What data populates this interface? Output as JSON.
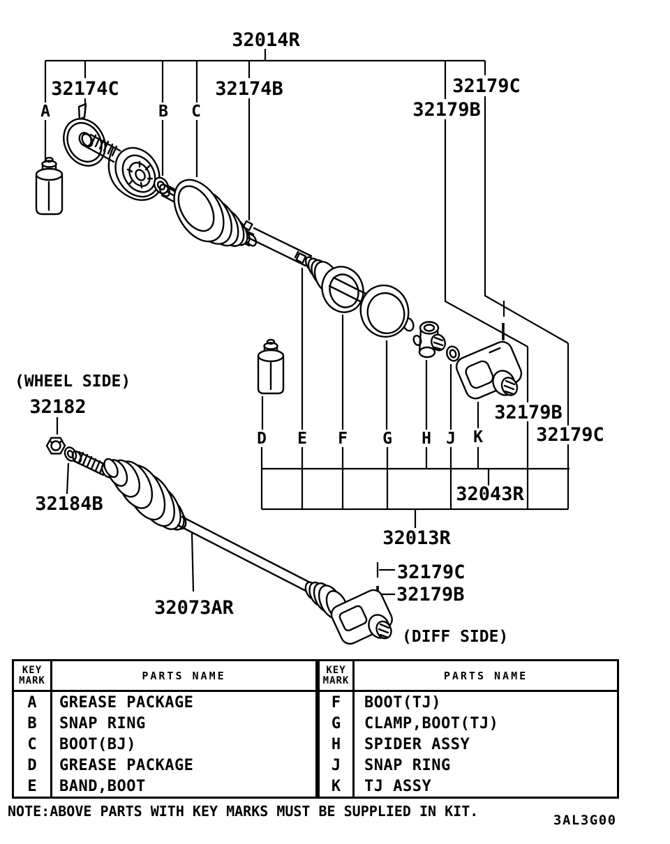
{
  "figure": {
    "callouts": {
      "c32014r": "32014R",
      "c32174c": "32174C",
      "c32174b": "32174B",
      "c32179c_top": "32179C",
      "c32179b_top": "32179B",
      "c32179b_mid": "32179B",
      "c32179c_mid": "32179C",
      "c32043r": "32043R",
      "c32013r": "32013R",
      "c32182": "32182",
      "c32184b": "32184B",
      "c32073ar": "32073AR",
      "c32179c_diff": "32179C",
      "c32179b_diff": "32179B",
      "wheel_side": "(WHEEL SIDE)",
      "diff_side": "(DIFF SIDE)"
    },
    "key_letters": {
      "a": "A",
      "b": "B",
      "c": "C",
      "d": "D",
      "e": "E",
      "f": "F",
      "g": "G",
      "h": "H",
      "j": "J",
      "k": "K"
    }
  },
  "tables": [
    {
      "header": {
        "key_line1": "KEY",
        "key_line2": "MARK",
        "parts": "PARTS NAME"
      },
      "rows": [
        {
          "key": "A",
          "name": "GREASE PACKAGE"
        },
        {
          "key": "B",
          "name": "SNAP RING"
        },
        {
          "key": "C",
          "name": "BOOT(BJ)"
        },
        {
          "key": "D",
          "name": "GREASE PACKAGE"
        },
        {
          "key": "E",
          "name": "BAND,BOOT"
        }
      ]
    },
    {
      "header": {
        "key_line1": "KEY",
        "key_line2": "MARK",
        "parts": "PARTS NAME"
      },
      "rows": [
        {
          "key": "F",
          "name": "BOOT(TJ)"
        },
        {
          "key": "G",
          "name": "CLAMP,BOOT(TJ)"
        },
        {
          "key": "H",
          "name": "SPIDER ASSY"
        },
        {
          "key": "J",
          "name": "SNAP RING"
        },
        {
          "key": "K",
          "name": "TJ ASSY"
        }
      ]
    }
  ],
  "note": "NOTE:ABOVE PARTS WITH KEY MARKS MUST BE SUPPLIED IN KIT.",
  "doc_code": "3AL3G00"
}
